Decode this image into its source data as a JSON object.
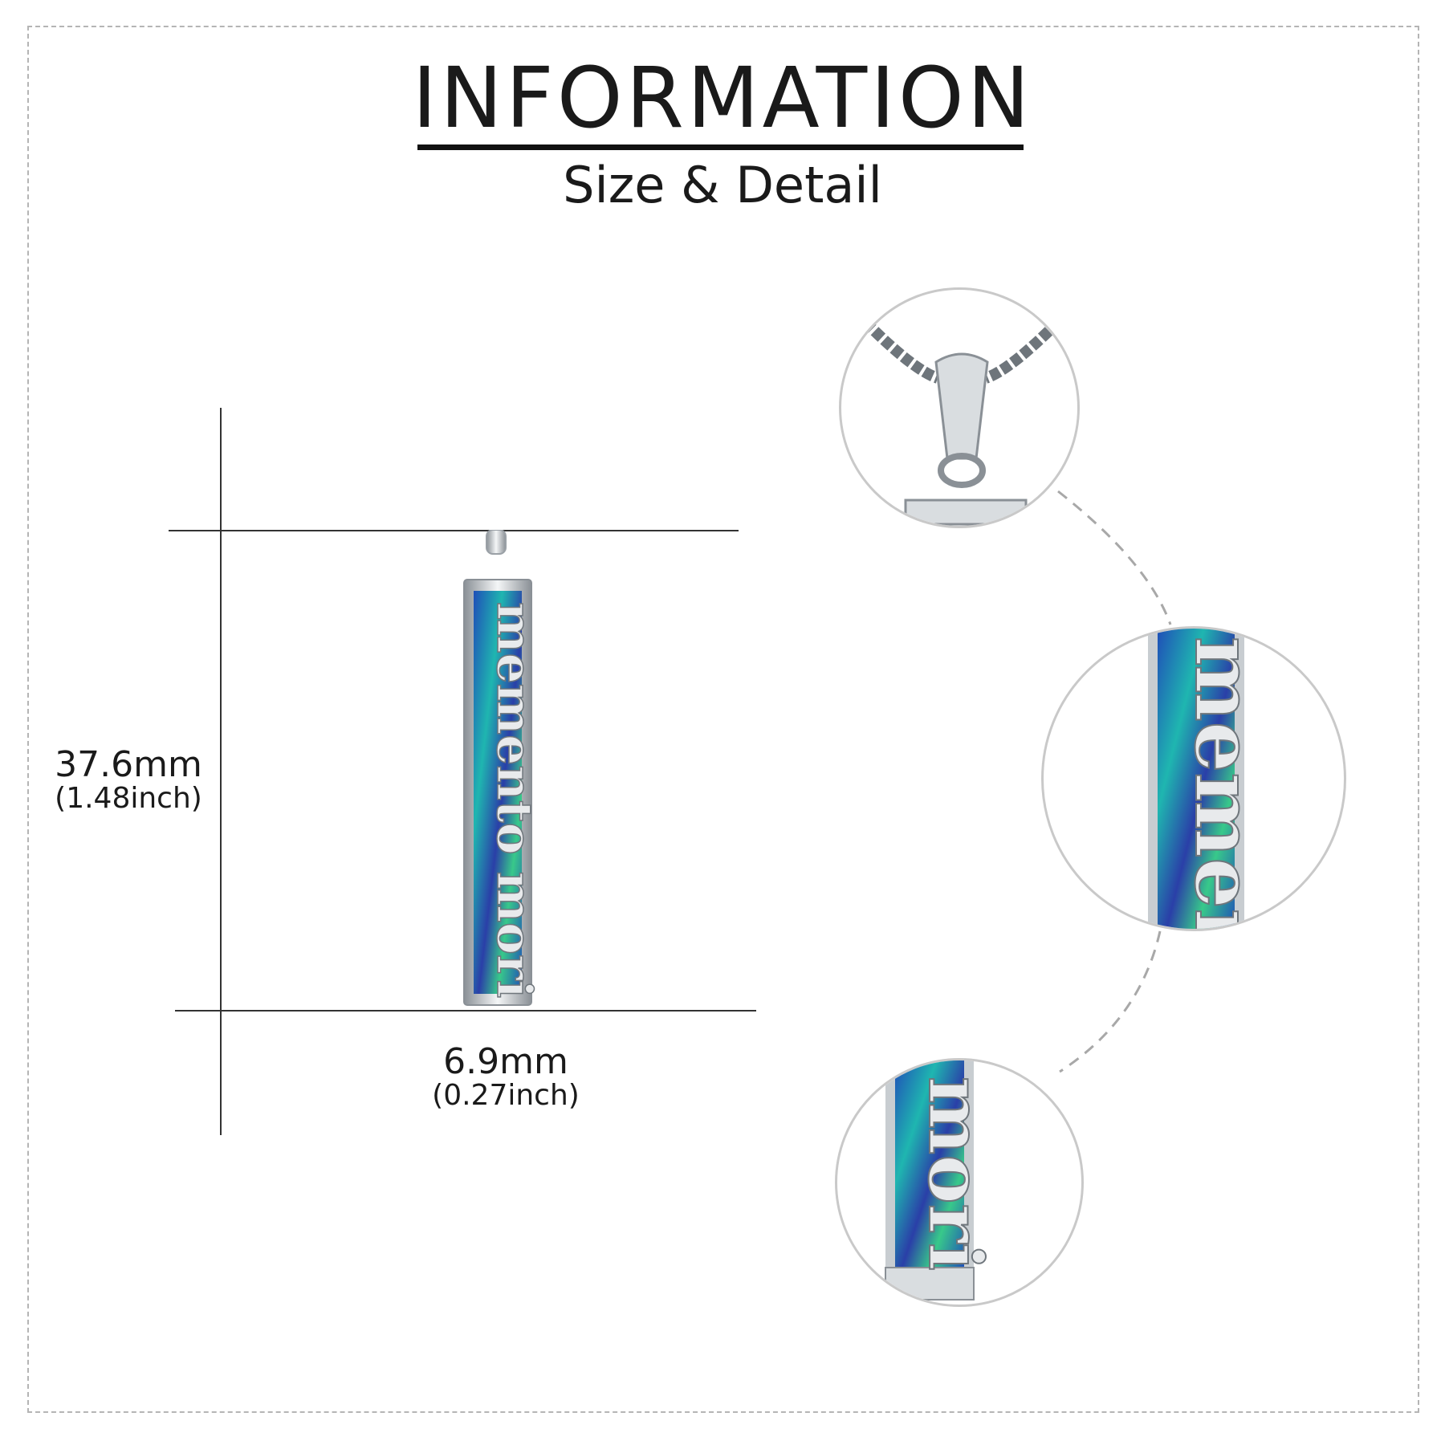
{
  "header": {
    "title": "INFORMATION",
    "subtitle": "Size & Detail"
  },
  "dimensions": {
    "height_mm": "37.6mm",
    "height_inch": "(1.48inch)",
    "width_mm": "6.9mm",
    "width_inch": "(0.27inch)"
  },
  "engraving": "memento mori",
  "colors": {
    "inlay_blue": "#1f4fb8",
    "inlay_teal": "#1fb6b0",
    "inlay_green": "#38c98a",
    "silver": "#d9dde0",
    "silver_dark": "#8a9096",
    "frame_dash": "#b5b5b5"
  },
  "detail_views": [
    {
      "name": "bail-and-chain"
    },
    {
      "name": "engraving-memento"
    },
    {
      "name": "engraving-mori"
    }
  ]
}
